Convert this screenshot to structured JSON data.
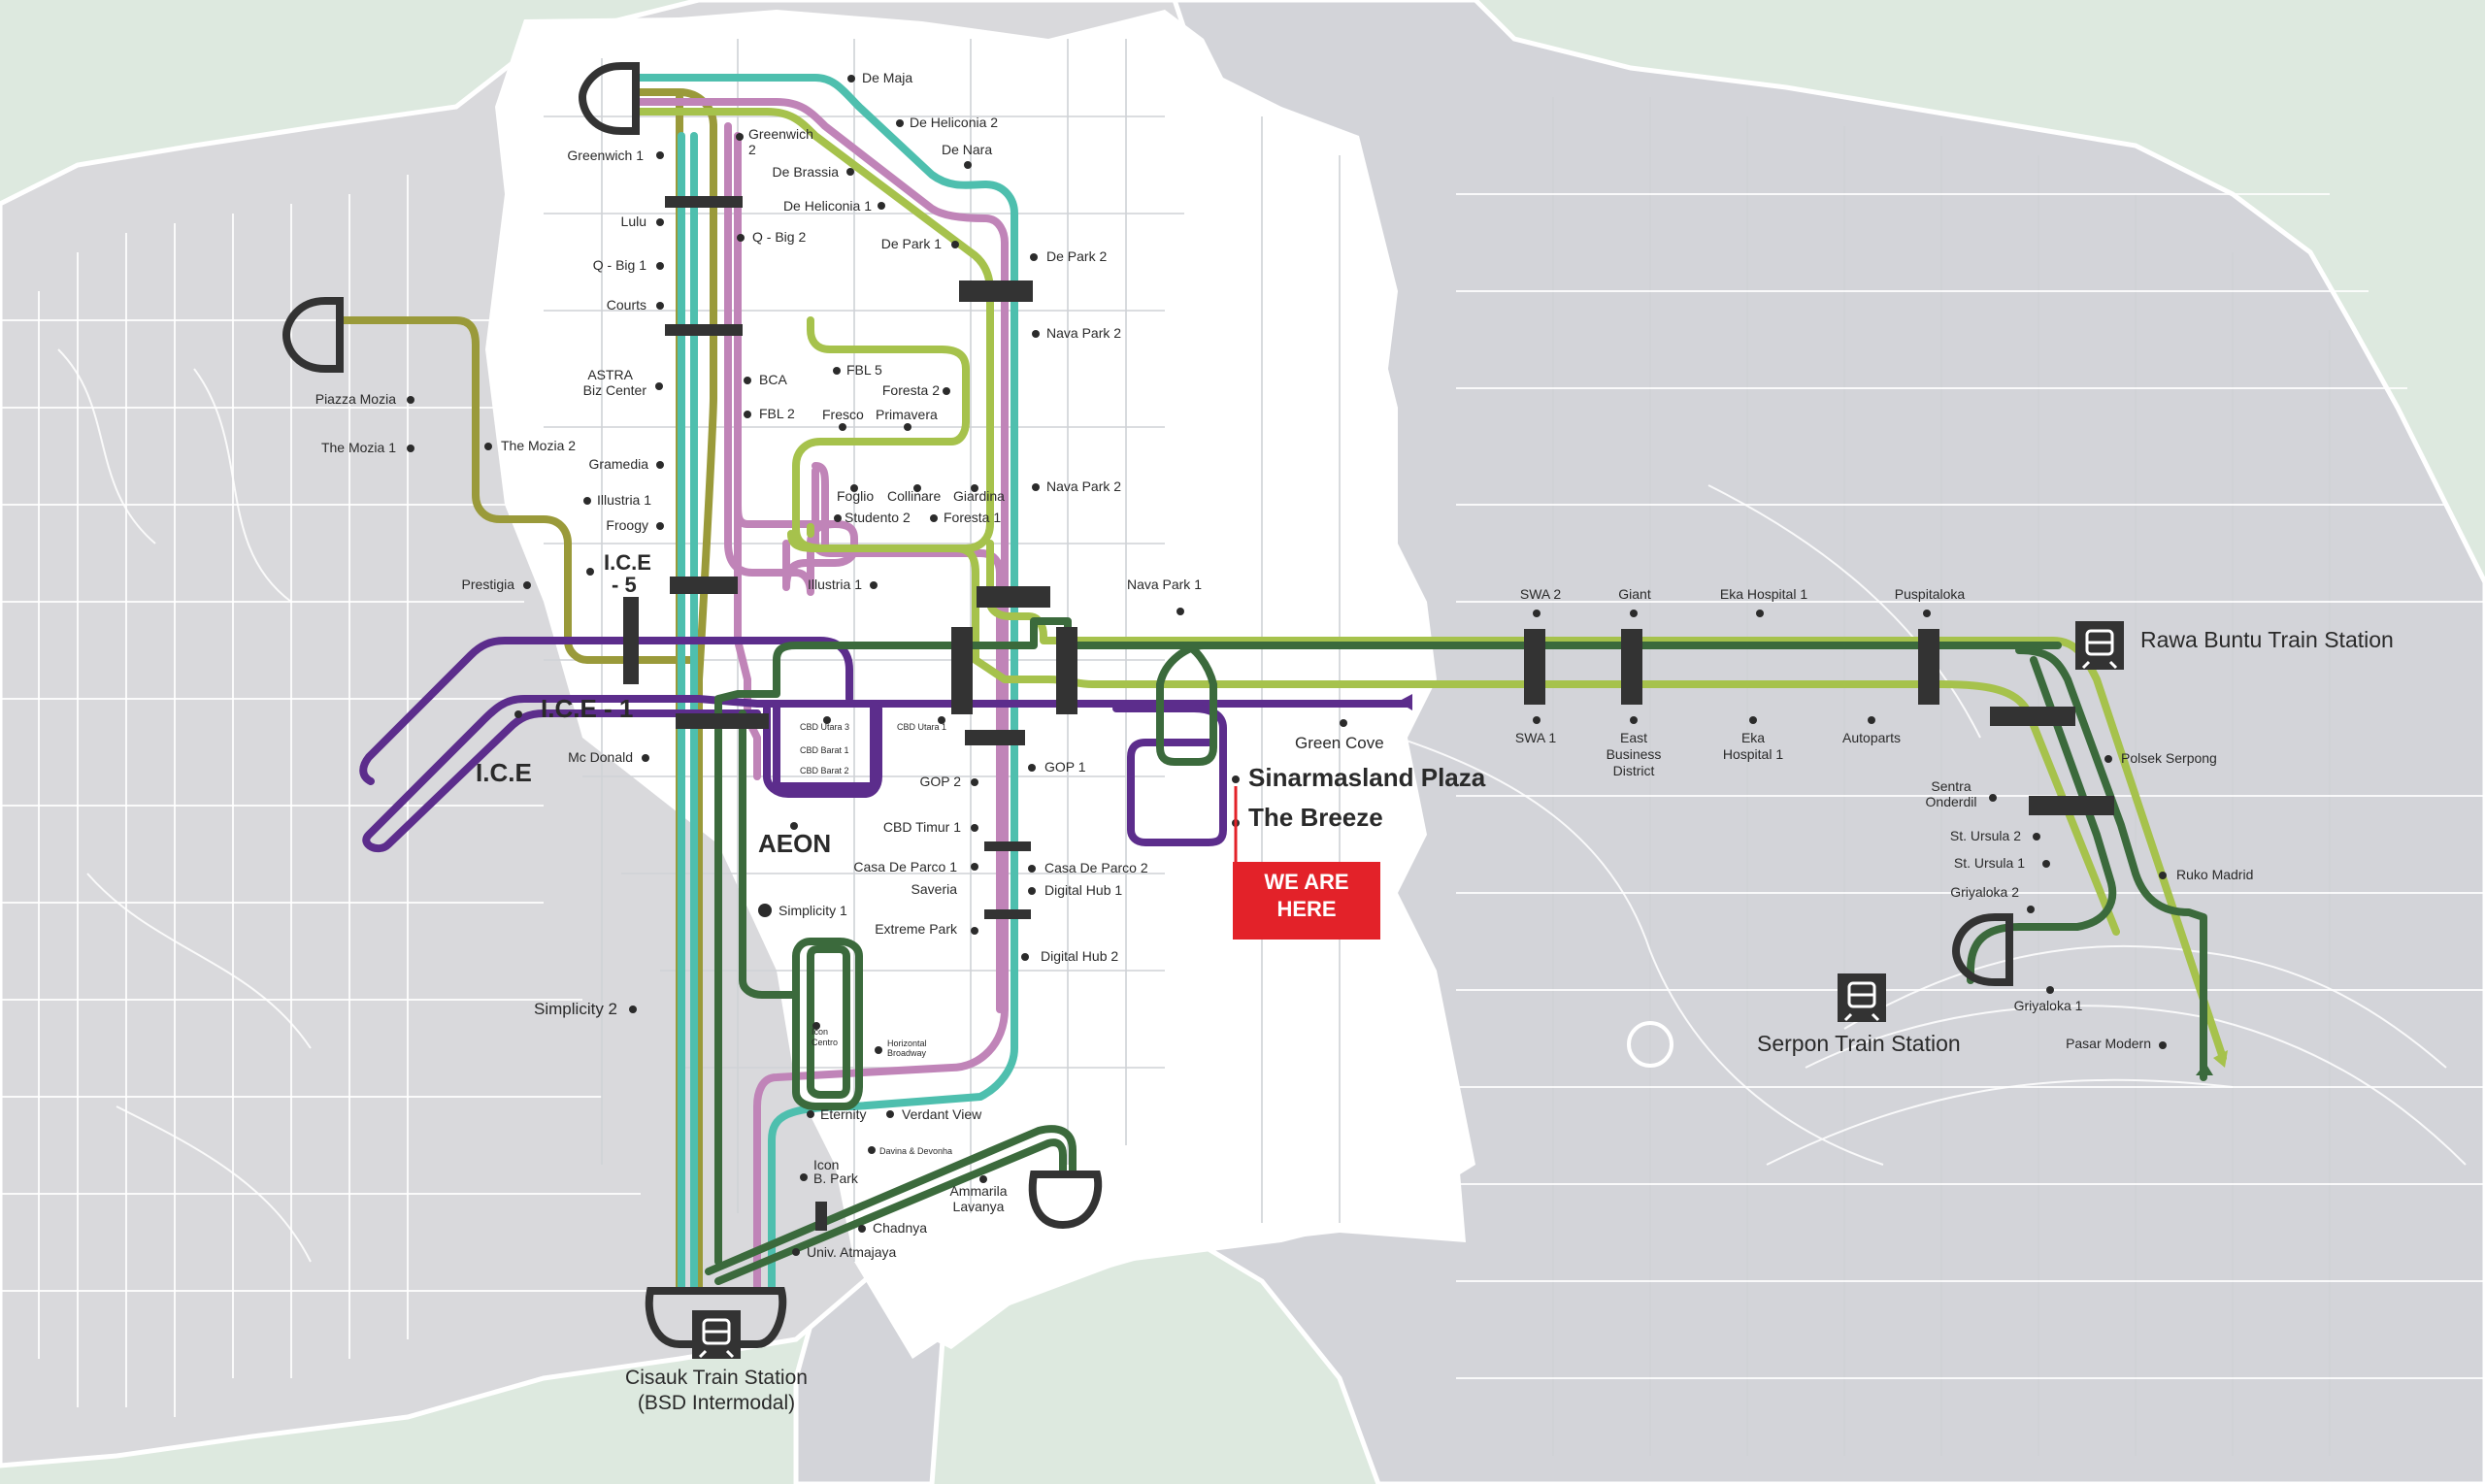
{
  "colors": {
    "background": "#dde9df",
    "land_grey": "#d3d4d9",
    "land_left": "#d9d9dc",
    "core_white": "#ffffff",
    "route_olive": "#9a9a3a",
    "route_teal": "#4ebfae",
    "route_pink": "#c084b8",
    "route_lime": "#a6c24c",
    "route_purple": "#5c2d8c",
    "route_darkgreen": "#3b6a3c",
    "stop_bar": "#333333",
    "here_red": "#e32229"
  },
  "callout": {
    "line1": "WE ARE",
    "line2": "HERE"
  },
  "landmarks": {
    "sinarmasland_plaza": "Sinarmasland Plaza",
    "the_breeze": "The Breeze",
    "aeon": "AEON",
    "ice": "I.C.E",
    "ice1": "I.C.E - 1",
    "ice5_line1": "I.C.E",
    "ice5_line2": "- 5"
  },
  "stations": {
    "rawa_buntu": "Rawa Buntu Train Station",
    "serpon": "Serpon Train Station",
    "cisauk_line1": "Cisauk Train Station",
    "cisauk_line2": "(BSD Intermodal)"
  },
  "stops": {
    "de_maja": "De Maja",
    "de_heliconia_2": "De Heliconia 2",
    "de_nara": "De Nara",
    "greenwich_1": "Greenwich 1",
    "greenwich_2a": "Greenwich",
    "greenwich_2b": "2",
    "de_brassia": "De Brassia",
    "de_heliconia_1": "De Heliconia 1",
    "lulu": "Lulu",
    "q_big_1": "Q - Big 1",
    "q_big_2": "Q - Big 2",
    "de_park_1": "De Park 1",
    "de_park_2": "De Park 2",
    "courts": "Courts",
    "nava_park_2_top": "Nava Park 2",
    "astra_a": "ASTRA",
    "astra_b": "Biz Center",
    "bca": "BCA",
    "fbl5": "FBL 5",
    "foresta_2": "Foresta 2",
    "fbl2": "FBL 2",
    "fresco": "Fresco",
    "primavera": "Primavera",
    "piazza_mozia": "Piazza Mozia",
    "the_mozia_1": "The Mozia 1",
    "the_mozia_2": "The Mozia 2",
    "gramedia": "Gramedia",
    "illustria_1_left": "Illustria 1",
    "froogy": "Froogy",
    "foglio": "Foglio",
    "collinare": "Collinare",
    "giardina": "Giardina",
    "nava_park_2_mid": "Nava Park 2",
    "studento_2": "Studento 2",
    "foresta_1": "Foresta 1",
    "prestigia": "Prestigia",
    "illustria_1": "Illustria 1",
    "nava_park_1": "Nava Park 1",
    "cbd_utara_3": "CBD Utara 3",
    "cbd_barat_1": "CBD Barat 1",
    "cbd_barat_2": "CBD Barat 2",
    "cbd_utara_1": "CBD Utara 1",
    "mc_donald": "Mc Donald",
    "green_cove": "Green Cove",
    "gop_1": "GOP 1",
    "gop_2": "GOP 2",
    "cbd_timur_1": "CBD Timur 1",
    "casa_de_parco_1": "Casa De Parco 1",
    "casa_de_parco_2": "Casa De Parco 2",
    "saveria": "Saveria",
    "digital_hub_1": "Digital Hub 1",
    "simplicity_1": "Simplicity 1",
    "extreme_park": "Extreme Park",
    "digital_hub_2": "Digital Hub 2",
    "simplicity_2": "Simplicity 2",
    "icon_centro_a": "Icon",
    "icon_centro_b": "Centro",
    "horizontal_a": "Horizontal",
    "horizontal_b": "Broadway",
    "eternity": "Eternity",
    "verdant_view": "Verdant View",
    "devina": "Davina & Devonha",
    "icon_bpark_a": "Icon",
    "icon_bpark_b": "B. Park",
    "ammarila_a": "Ammarila",
    "ammarila_b": "Lavanya",
    "chadnya": "Chadnya",
    "univ_atmajaya": "Univ. Atmajaya",
    "swa_2": "SWA 2",
    "giant": "Giant",
    "eka_hospital_1_top": "Eka Hospital 1",
    "puspitaloka": "Puspitaloka",
    "swa_1": "SWA 1",
    "east_a": "East",
    "east_b": "Business",
    "east_c": "District",
    "eka_a": "Eka",
    "eka_b": "Hospital 1",
    "autoparts": "Autoparts",
    "polsek_serpong": "Polsek Serpong",
    "sentra_a": "Sentra",
    "sentra_b": "Onderdil",
    "st_ursula_2": "St. Ursula 2",
    "st_ursula_1": "St. Ursula 1",
    "ruko_madrid": "Ruko Madrid",
    "griyaloka_2": "Griyaloka 2",
    "griyaloka_1": "Griyaloka 1",
    "pasar_modern": "Pasar Modern"
  }
}
